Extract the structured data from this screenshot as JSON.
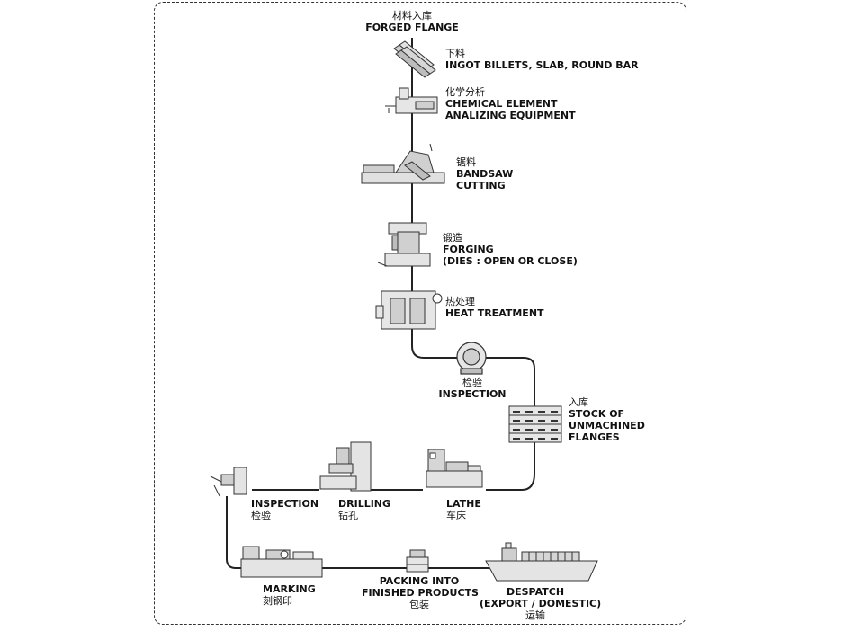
{
  "steps": {
    "forged_flange": {
      "zh": "材料入库",
      "en": "FORGED FLANGE"
    },
    "ingot": {
      "zh": "下料",
      "en": "INGOT BILLETS, SLAB, ROUND BAR"
    },
    "chemical": {
      "zh": "化学分析",
      "en1": "CHEMICAL ELEMENT",
      "en2": "ANALIZING EQUIPMENT"
    },
    "bandsaw": {
      "zh": "锯料",
      "en1": "BANDSAW",
      "en2": "CUTTING"
    },
    "forging": {
      "zh": "锻造",
      "en1": "FORGING",
      "en2": "(DIES : OPEN OR CLOSE)"
    },
    "heat": {
      "zh": "热处理",
      "en": "HEAT TREATMENT"
    },
    "inspection1": {
      "zh": "检验",
      "en": "INSPECTION"
    },
    "stock": {
      "zh": "入库",
      "en1": "STOCK OF",
      "en2": "UNMACHINED",
      "en3": "FLANGES"
    },
    "lathe": {
      "en": "LATHE",
      "zh": "车床"
    },
    "drilling": {
      "en": "DRILLING",
      "zh": "钻孔"
    },
    "inspection2": {
      "en": "INSPECTION",
      "zh": "检验"
    },
    "marking": {
      "en": "MARKING",
      "zh": "刻钢印"
    },
    "packing": {
      "en1": "PACKING INTO",
      "en2": "FINISHED PRODUCTS",
      "zh": "包装"
    },
    "despatch": {
      "en1": "DESPATCH",
      "en2": "(EXPORT / DOMESTIC)",
      "zh": "运输"
    }
  }
}
